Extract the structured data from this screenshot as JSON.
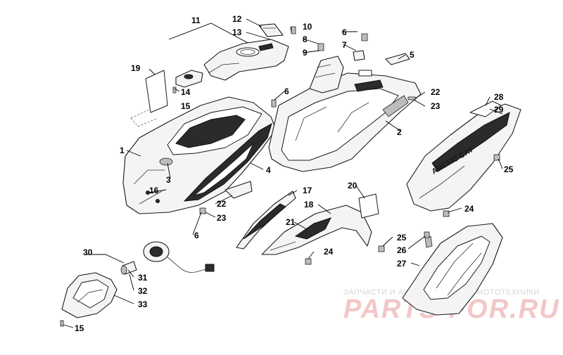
{
  "callouts": {
    "c1": "1",
    "c2": "2",
    "c3": "3",
    "c4": "4",
    "c5": "5",
    "c6a": "6",
    "c6b": "6",
    "c6c": "6",
    "c7": "7",
    "c8": "8",
    "c9": "9",
    "c10": "10",
    "c11": "11",
    "c12": "12",
    "c13": "13",
    "c14": "14",
    "c15a": "15",
    "c15b": "15",
    "c16": "16",
    "c17": "17",
    "c18": "18",
    "c19": "19",
    "c20": "20",
    "c21": "21",
    "c22a": "22",
    "c22b": "22",
    "c23a": "23",
    "c23b": "23",
    "c24a": "24",
    "c24b": "24",
    "c25a": "25",
    "c25b": "25",
    "c26": "26",
    "c27": "27",
    "c28": "28",
    "c29": "29",
    "c30": "30",
    "c31": "31",
    "c32": "32",
    "c33": "33"
  },
  "decals": {
    "side_brand": "ARCTIC CAT"
  },
  "watermark": {
    "tagline": "ЗАПЧАСТИ И АКСЕССУАРЫ ДЛЯ МОТОТЕХНИКИ",
    "brand": "PARTS-FOR.RU"
  },
  "colors": {
    "line": "#1a1a1a",
    "fill": "#f4f4f4",
    "decal_dark": "#2b2b2b",
    "watermark_red": "#f3c7c7",
    "watermark_grey": "#d7d7d7"
  }
}
